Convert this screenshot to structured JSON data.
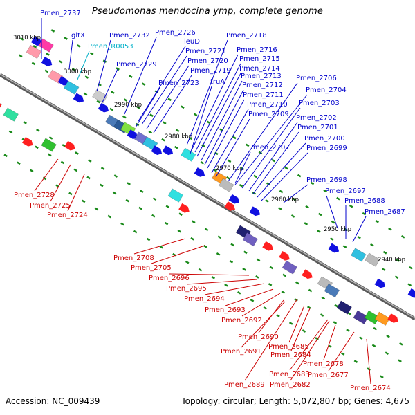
{
  "title": "Pseudomonas mendocina ymp, complete genome",
  "footer": {
    "accession": "Accession: NC_009439",
    "summary": "Topology: circular; Length: 5,072,807 bp; Genes: 4,675"
  },
  "colors": {
    "backbone": "#7a7a7a",
    "label_top": "#0000cc",
    "label_bottom": "#cc0000",
    "label_rna": "#00b0c8",
    "tick": "#1a8a1a"
  },
  "kbp_ticks": [
    "3010 kbp",
    "3000 kbp",
    "2990 kbp",
    "2980 kbp",
    "2970 kbp",
    "2960 kbp",
    "2950 kbp",
    "2940 kbp"
  ],
  "top_labels": [
    {
      "text": "Pmen_2737"
    },
    {
      "text": "gltX"
    },
    {
      "text": "Pmen_R0053",
      "rna": true
    },
    {
      "text": "Pmen_2732"
    },
    {
      "text": "Pmen_2729"
    },
    {
      "text": "Pmen_2726"
    },
    {
      "text": "leuD"
    },
    {
      "text": "Pmen_2721"
    },
    {
      "text": "Pmen_2720"
    },
    {
      "text": "Pmen_2719"
    },
    {
      "text": "Pmen_2723"
    },
    {
      "text": "Pmen_2718"
    },
    {
      "text": "Pmen_2716"
    },
    {
      "text": "Pmen_2715"
    },
    {
      "text": "Pmen_2714"
    },
    {
      "text": "truA"
    },
    {
      "text": "Pmen_2713"
    },
    {
      "text": "Pmen_2712"
    },
    {
      "text": "Pmen_2711"
    },
    {
      "text": "Pmen_2710"
    },
    {
      "text": "Pmen_2709"
    },
    {
      "text": "Pmen_2706"
    },
    {
      "text": "Pmen_2704"
    },
    {
      "text": "Pmen_2703"
    },
    {
      "text": "Pmen_2707"
    },
    {
      "text": "Pmen_2702"
    },
    {
      "text": "Pmen_2701"
    },
    {
      "text": "Pmen_2700"
    },
    {
      "text": "Pmen_2699"
    },
    {
      "text": "Pmen_2698"
    },
    {
      "text": "Pmen_2697"
    },
    {
      "text": "Pmen_2688"
    },
    {
      "text": "Pmen_2687"
    }
  ],
  "bottom_labels": [
    {
      "text": "Pmen_2728"
    },
    {
      "text": "Pmen_2725"
    },
    {
      "text": "Pmen_2724"
    },
    {
      "text": "Pmen_2708"
    },
    {
      "text": "Pmen_2705"
    },
    {
      "text": "Pmen_2696"
    },
    {
      "text": "Pmen_2695"
    },
    {
      "text": "Pmen_2694"
    },
    {
      "text": "Pmen_2693"
    },
    {
      "text": "Pmen_2692"
    },
    {
      "text": "Pmen_2690"
    },
    {
      "text": "Pmen_2691"
    },
    {
      "text": "Pmen_2685"
    },
    {
      "text": "Pmen_2684"
    },
    {
      "text": "Pmen_2683"
    },
    {
      "text": "Pmen_2689"
    },
    {
      "text": "Pmen_2682"
    },
    {
      "text": "Pmen_2678"
    },
    {
      "text": "Pmen_2677"
    },
    {
      "text": "Pmen_2674"
    }
  ]
}
